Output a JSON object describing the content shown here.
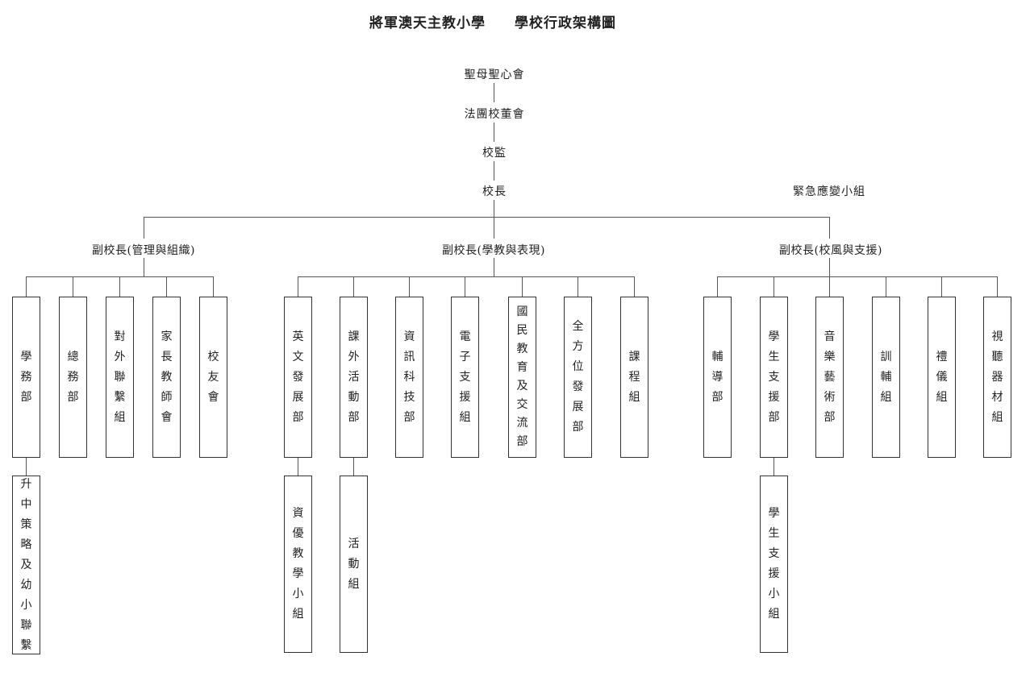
{
  "title": {
    "school": "將軍澳天主教小學",
    "chart": "學校行政架構圖"
  },
  "top_chain": [
    "聖母聖心會",
    "法團校董會",
    "校監",
    "校長"
  ],
  "emergency_group": "緊急應變小組",
  "vice_principals": [
    {
      "label": "副校長(管理與組織)",
      "departments": [
        {
          "name": "學務部",
          "sub": "升中策略及幼小聯繫"
        },
        {
          "name": "總務部"
        },
        {
          "name": "對外聯繫組"
        },
        {
          "name": "家長教師會"
        },
        {
          "name": "校友會"
        }
      ]
    },
    {
      "label": "副校長(學教與表現)",
      "departments": [
        {
          "name": "英文發展部",
          "sub": "資優教學小組"
        },
        {
          "name": "課外活動部",
          "sub": "活動組"
        },
        {
          "name": "資訊科技部"
        },
        {
          "name": "電子支援組"
        },
        {
          "name": "國民教育及交流部"
        },
        {
          "name": "全方位發展部"
        },
        {
          "name": "課程組"
        }
      ]
    },
    {
      "label": "副校長(校風與支援)",
      "departments": [
        {
          "name": "輔導部"
        },
        {
          "name": "學生支援部",
          "sub": "學生支援小組"
        },
        {
          "name": "音樂藝術部"
        },
        {
          "name": "訓輔組"
        },
        {
          "name": "禮儀組"
        },
        {
          "name": "視聽器材組"
        }
      ]
    }
  ]
}
